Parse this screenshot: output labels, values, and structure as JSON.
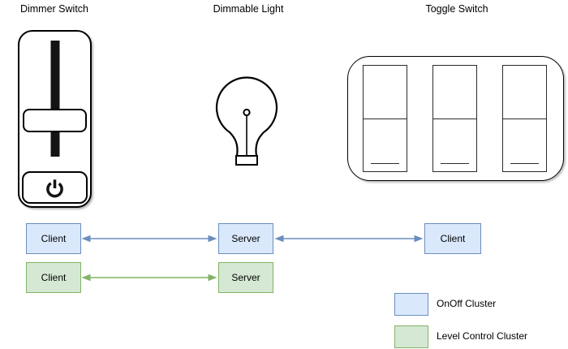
{
  "titles": {
    "dimmer": "Dimmer Switch",
    "light": "Dimmable Light",
    "toggle": "Toggle Switch"
  },
  "onoff_row": {
    "client_left": "Client",
    "server": "Server",
    "client_right": "Client"
  },
  "level_row": {
    "client": "Client",
    "server": "Server"
  },
  "legend": {
    "onoff_label": "OnOff Cluster",
    "level_label": "Level Control Cluster"
  },
  "colors": {
    "onoff_fill": "#dae8fc",
    "onoff_border": "#6c8ebf",
    "level_fill": "#d5e8d4",
    "level_border": "#82b366",
    "device_stroke": "#000000"
  },
  "icons": {
    "power": "power-icon",
    "bulb": "light-bulb-icon"
  }
}
